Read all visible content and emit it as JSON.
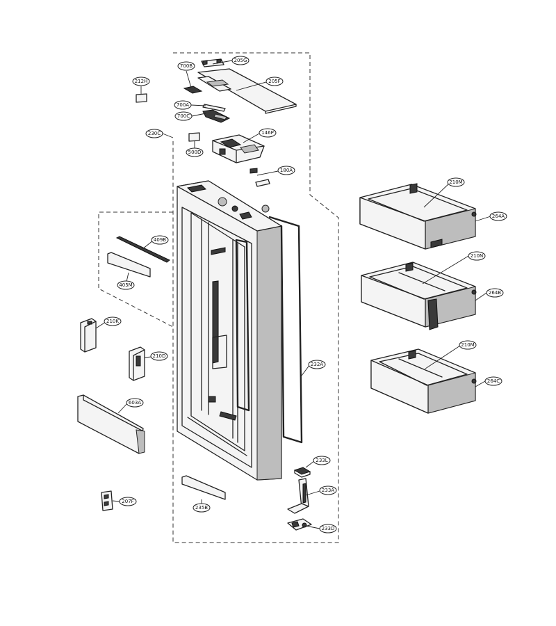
{
  "callouts": [
    {
      "id": "205G"
    },
    {
      "id": "700B"
    },
    {
      "id": "205F"
    },
    {
      "id": "212H"
    },
    {
      "id": "700A"
    },
    {
      "id": "700C"
    },
    {
      "id": "146P"
    },
    {
      "id": "230C"
    },
    {
      "id": "500D"
    },
    {
      "id": "180A"
    },
    {
      "id": "409B"
    },
    {
      "id": "405M"
    },
    {
      "id": "210K"
    },
    {
      "id": "210D"
    },
    {
      "id": "603A"
    },
    {
      "id": "207F"
    },
    {
      "id": "235B"
    },
    {
      "id": "232A"
    },
    {
      "id": "233L"
    },
    {
      "id": "233A"
    },
    {
      "id": "233D"
    },
    {
      "id": "210M"
    },
    {
      "id": "264A"
    },
    {
      "id": "210N"
    },
    {
      "id": "264B"
    },
    {
      "id": "210M"
    },
    {
      "id": "264C"
    }
  ]
}
